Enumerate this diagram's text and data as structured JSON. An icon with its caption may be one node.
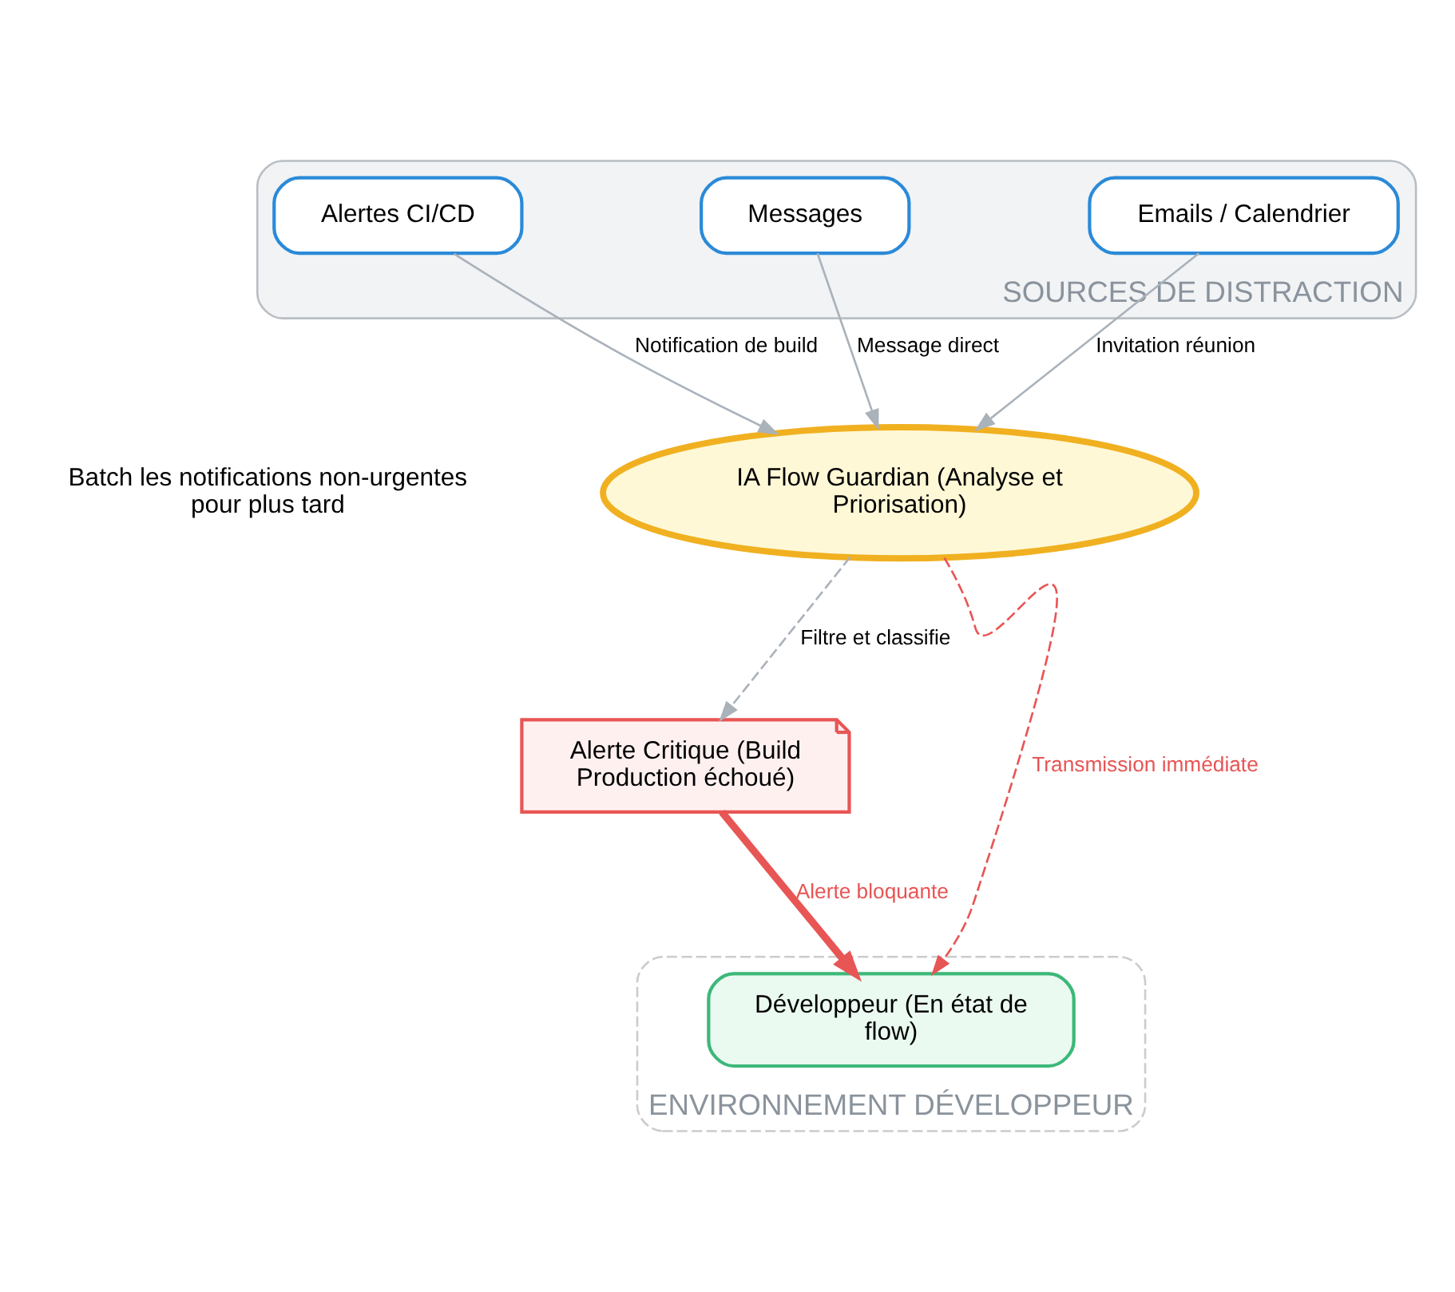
{
  "diagram": {
    "nodes": [
      {
        "text": [
          "SOURCES DE DISTRACTION"
        ]
      },
      {
        "text": [
          "Alertes CI/CD"
        ],
        "in": 0
      },
      {
        "text": [
          "Messages"
        ],
        "in": 0
      },
      {
        "text": [
          "Emails / Calendrier"
        ],
        "in": 0
      },
      {
        "text": [
          "IA Flow Guardian (Analyse et Priorisation)"
        ]
      },
      {
        "text": [
          "Alerte Critique (Build Production échoué)"
        ]
      },
      {
        "text": [
          "ENVIRONNEMENT DÉVELOPPEUR"
        ]
      },
      {
        "text": [
          "Développeur (En état de flow)"
        ],
        "in": 6
      }
    ],
    "edges": [
      {
        "from": 1,
        "to": 4,
        "arrow": "to",
        "label": "Notification de build"
      },
      {
        "from": 2,
        "to": 4,
        "arrow": "to",
        "label": "Message direct"
      },
      {
        "from": 3,
        "to": 4,
        "arrow": "to",
        "label": "Invitation réunion"
      },
      {
        "from": 4,
        "to": 5,
        "arrow": "to",
        "label": "Filtre et classifie",
        "style": "dashed"
      },
      {
        "from": 4,
        "to": 7,
        "arrow": "to",
        "label": "Transmission immédiate",
        "style": "dashed",
        "color": "#e85555"
      },
      {
        "from": 5,
        "to": 7,
        "arrow": "to",
        "label": "Alerte bloquante",
        "style": "thick",
        "color": "#e85555"
      }
    ],
    "labels": [
      "Batch les notifications non-urgentes pour plus tard"
    ]
  }
}
